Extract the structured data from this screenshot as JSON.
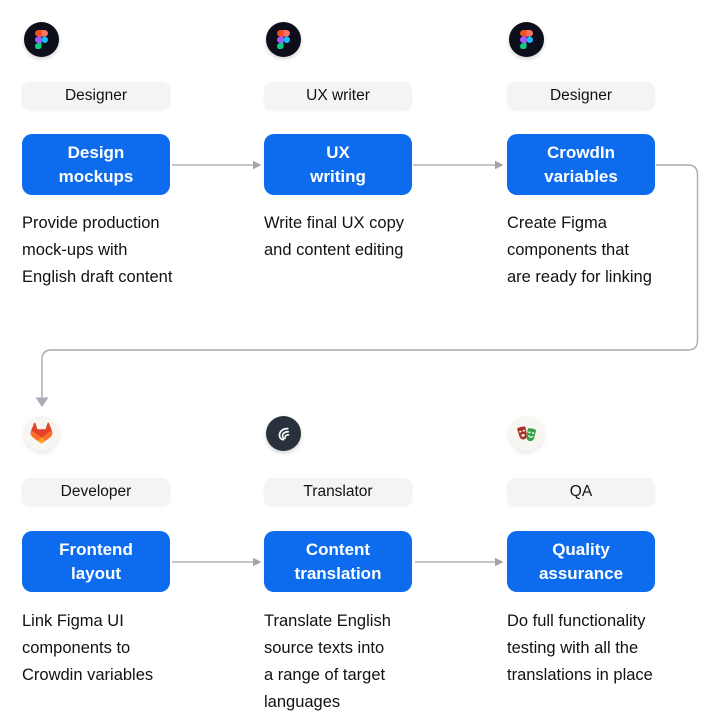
{
  "colors": {
    "accent": "#0d6cee",
    "pill_bg": "#f4f4f5",
    "text": "#121212",
    "arrow": "#a4a4a4",
    "connector": "#a9abb6"
  },
  "steps": [
    {
      "icon": "figma-icon",
      "role": "Designer",
      "title": "Design\nmockups",
      "description": "Provide production\nmock-ups with\nEnglish draft content"
    },
    {
      "icon": "figma-icon",
      "role": "UX writer",
      "title": "UX\nwriting",
      "description": "Write final UX copy\nand content editing"
    },
    {
      "icon": "figma-icon",
      "role": "Designer",
      "title": "CrowdIn\nvariables",
      "description": "Create Figma\ncomponents that\nare ready for linking"
    },
    {
      "icon": "gitlab-icon",
      "role": "Developer",
      "title": "Frontend\nlayout",
      "description": "Link Figma UI\ncomponents to\nCrowdin variables"
    },
    {
      "icon": "crowdin-icon",
      "role": "Translator",
      "title": "Content\ntranslation",
      "description": "Translate English\nsource texts into\na range of target\nlanguages"
    },
    {
      "icon": "theater-masks-icon",
      "role": "QA",
      "title": "Quality\nassurance",
      "description": "Do full functionality\ntesting with all the\ntranslations in place"
    }
  ]
}
